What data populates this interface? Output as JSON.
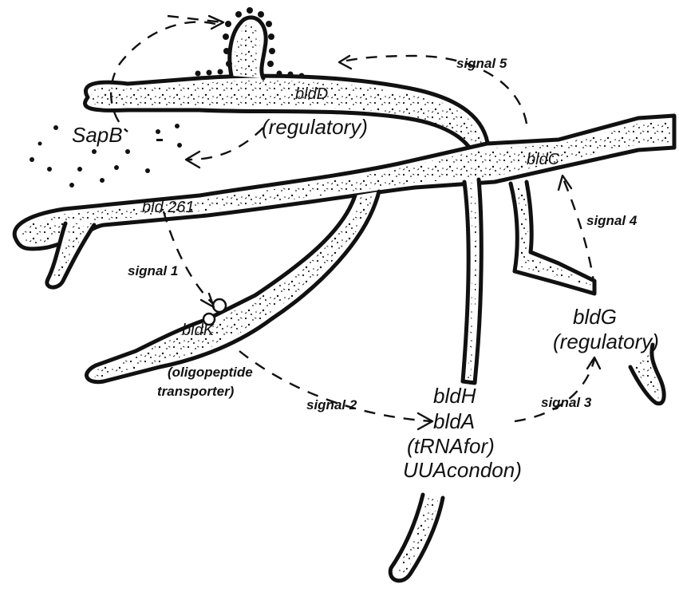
{
  "labels": {
    "sapb": "SapB",
    "bldd": "bldD",
    "bldd_role": "(regulatory)",
    "bld261": "bld 261",
    "bldc": "bldC",
    "signal1": "signal 1",
    "signal2": "signal 2",
    "signal3": "signal 3",
    "signal4": "signal 4",
    "signal5": "signal 5",
    "bldk": "bldK",
    "bldk_role_1": "(oligopeptide",
    "bldk_role_2": "transporter)",
    "bldg": "bldG",
    "bldg_role": "(regulatory)",
    "bldh": "bldH",
    "blda": "bldA",
    "blda_role_1": "(tRNAfor)",
    "blda_role_2": "UUAcondon)"
  },
  "colors": {
    "ink": "#111111",
    "background": "#ffffff"
  }
}
